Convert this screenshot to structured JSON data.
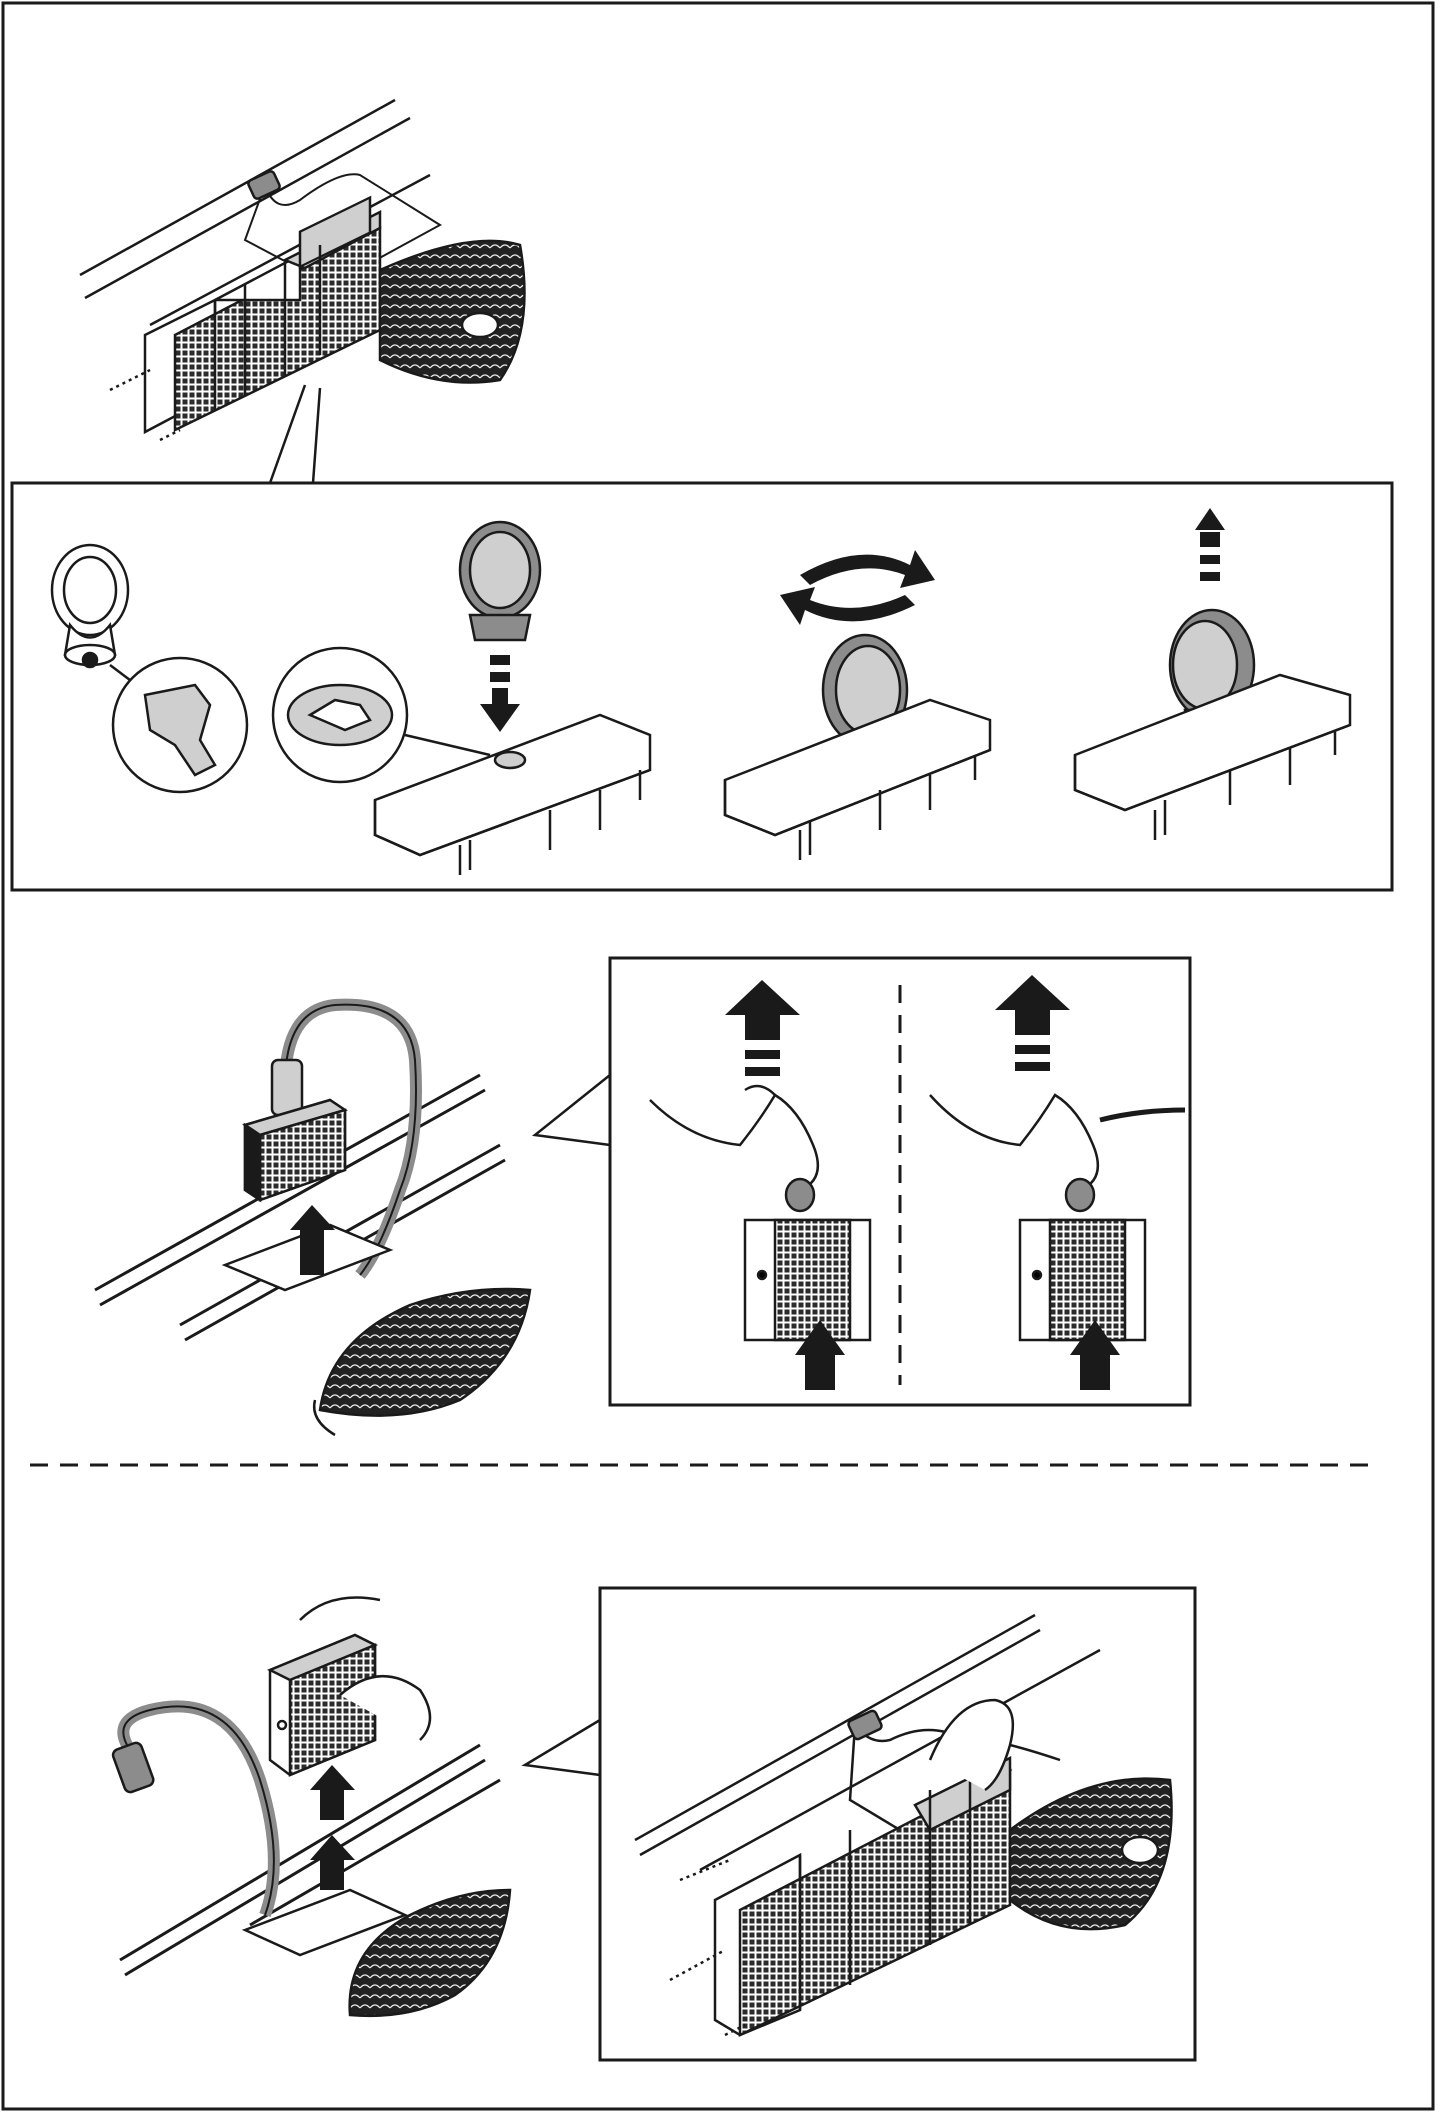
{
  "colors": {
    "ink": "#1a1a1a",
    "part_gray": "#8c8c8c",
    "part_light": "#cfcfcf",
    "mesh": "#2b2b2b",
    "paper": "#ffffff"
  },
  "icons": {
    "arrow_down": "arrow-down-icon",
    "arrow_up": "arrow-up-icon",
    "rotate": "rotate-icon",
    "magnifier": "detail-callout-icon"
  },
  "steps": [
    {
      "id": "overview",
      "desc_icon": "filter-assembly"
    },
    {
      "id": "key-detail",
      "desc_icon": "key-insert-rotate-lift"
    },
    {
      "id": "remove-filter",
      "desc_icon": "filter-lift"
    },
    {
      "id": "replace-filter",
      "desc_icon": "filter-install"
    }
  ]
}
